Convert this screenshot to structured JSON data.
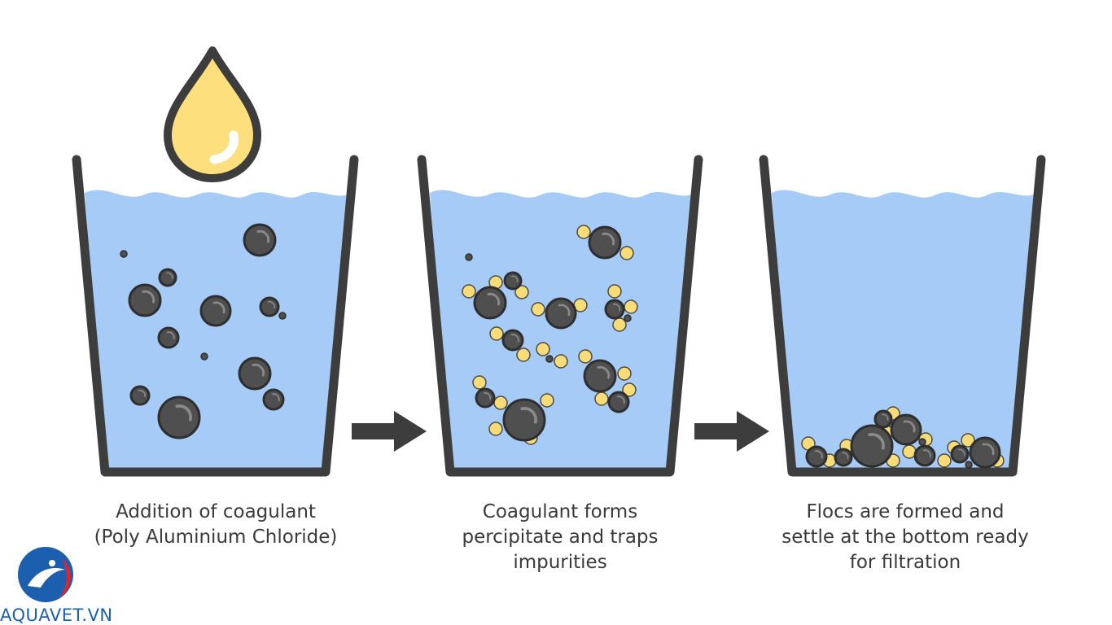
{
  "colors": {
    "water": "#a6cbf7",
    "outline": "#3d3d3d",
    "particle": "#4f4f4f",
    "coagulant": "#f8dc78",
    "drop": "#fde07d",
    "arrow": "#3d3d3d",
    "logo_blue": "#1c5fae",
    "logo_red": "#e0242c"
  },
  "captions": [
    {
      "lines": [
        "Addition of coagulant",
        "(Poly Aluminium Chloride)"
      ]
    },
    {
      "lines": [
        "Coagulant forms",
        "percipitate and traps",
        "impurities"
      ]
    },
    {
      "lines": [
        "Flocs are formed and",
        "settle at the bottom ready",
        "for filtration"
      ]
    }
  ],
  "brand": {
    "name": "AQUAVET.VN",
    "icon": "dolphin-logo-icon"
  },
  "icons": {
    "drop": "coagulant-drop-icon",
    "arrow": "right-arrow-icon",
    "beaker": "beaker-icon"
  }
}
